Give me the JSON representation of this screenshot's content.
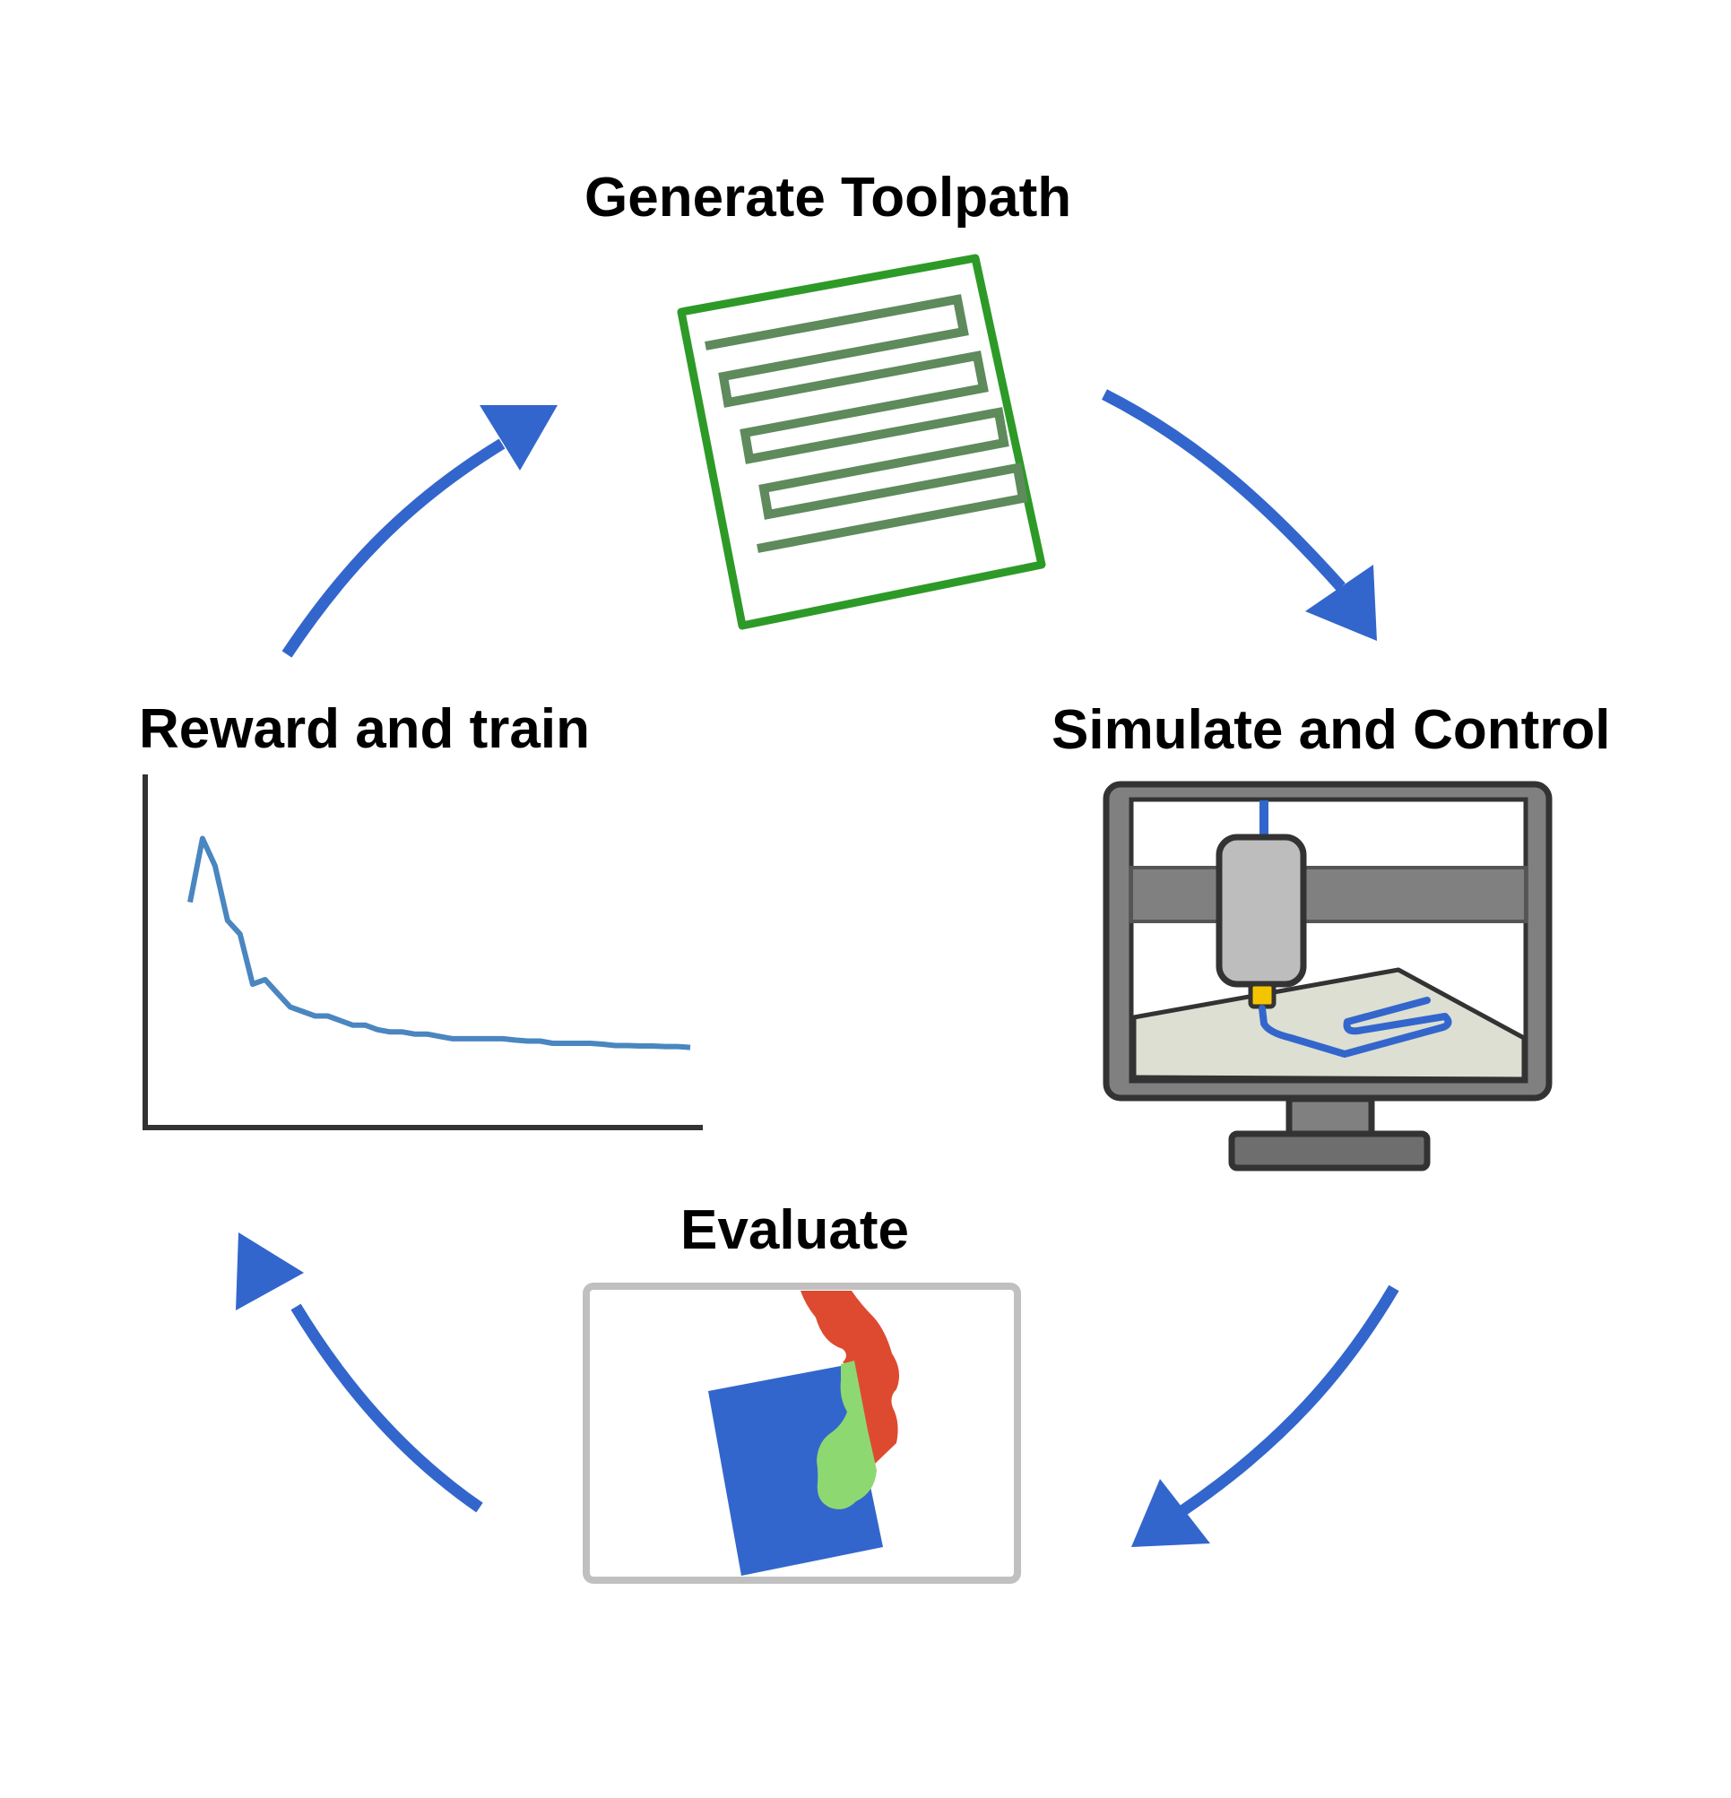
{
  "stages": {
    "generate": {
      "title": "Generate Toolpath"
    },
    "simulate": {
      "title": "Simulate and Control"
    },
    "evaluate": {
      "title": "Evaluate"
    },
    "reward": {
      "title": "Reward and train"
    }
  },
  "colors": {
    "arrow": "#3366cc",
    "toolpath_border": "#2d9a28",
    "toolpath_path": "#5e8a5c",
    "monitor_frame": "#808080",
    "monitor_outline": "#333333",
    "gantry": "#808080",
    "extruder": "#bdbdbd",
    "nozzle": "#f5c400",
    "bed": "#dcdfd2",
    "deposit": "#3366cc",
    "eval_frame": "#c0c0c0",
    "eval_target": "#3366cc",
    "eval_overlap": "#8ed872",
    "eval_excess": "#de4a30",
    "curve": "#4a86c0",
    "axes": "#333333"
  },
  "icons": {
    "generate": "toolpath-icon",
    "simulate": "monitor-printer-icon",
    "evaluate": "overlap-evaluation-icon",
    "reward": "training-curve-icon"
  },
  "chart_data": {
    "type": "line",
    "series": [
      {
        "values": [
          0.74,
          0.88,
          0.82,
          0.7,
          0.67,
          0.56,
          0.57,
          0.54,
          0.51,
          0.5,
          0.49,
          0.49,
          0.48,
          0.47,
          0.47,
          0.46,
          0.455,
          0.455,
          0.45,
          0.45,
          0.445,
          0.44,
          0.44,
          0.44,
          0.44,
          0.44,
          0.437,
          0.435,
          0.435,
          0.43,
          0.43,
          0.43,
          0.43,
          0.428,
          0.425,
          0.425,
          0.424,
          0.424,
          0.423,
          0.423,
          0.421
        ]
      }
    ],
    "xlim": [
      0,
      40
    ],
    "ylim": [
      0.3,
      0.95
    ]
  }
}
